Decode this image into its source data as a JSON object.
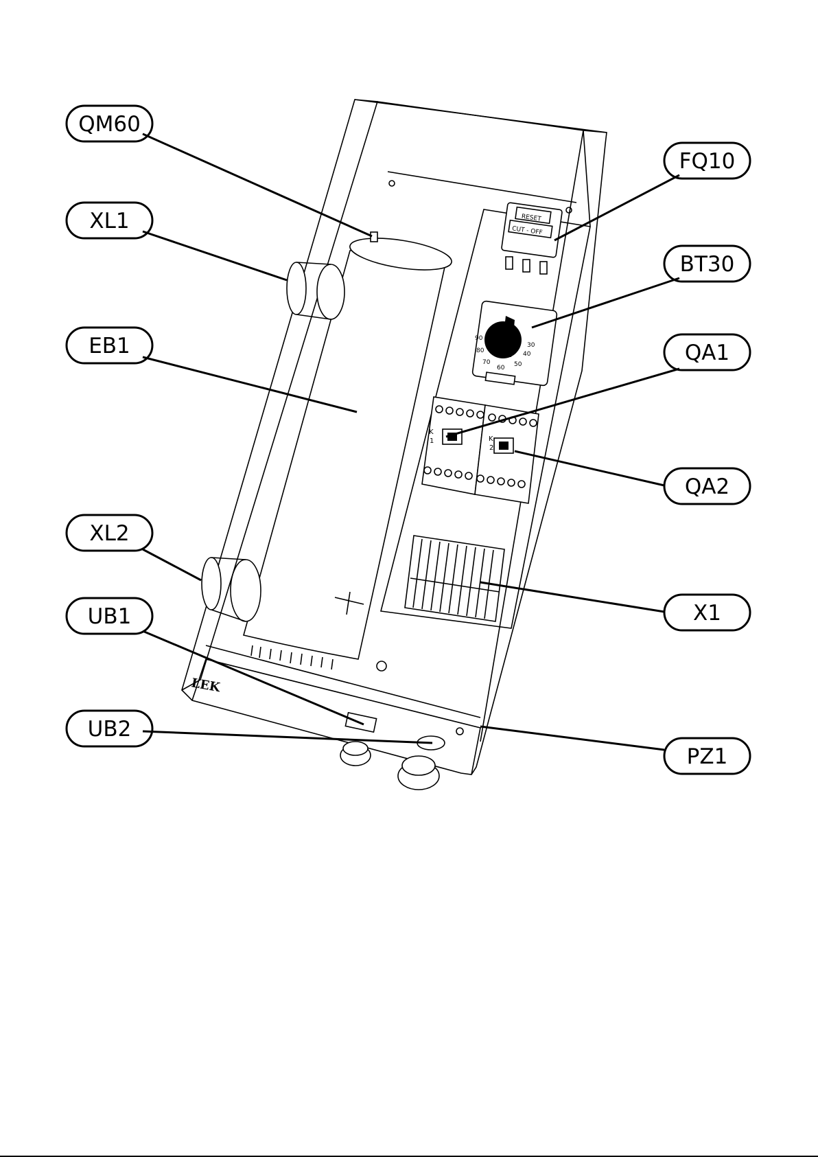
{
  "labels": {
    "qm60": "QM60",
    "xl1": "XL1",
    "eb1": "EB1",
    "xl2": "XL2",
    "ub1": "UB1",
    "ub2": "UB2",
    "fq10": "FQ10",
    "bt30": "BT30",
    "qa1": "QA1",
    "qa2": "QA2",
    "x1": "X1",
    "pz1": "PZ1"
  },
  "device_text": {
    "reset": "RESET",
    "cut_off": "CUT - OFF",
    "brand": "LEK",
    "contactor_k": "K",
    "contactor_1": "1",
    "contactor_2": "2",
    "dial": [
      "90",
      "80",
      "70",
      "60",
      "50",
      "40",
      "30"
    ]
  },
  "colors": {
    "line": "#000000",
    "background": "#ffffff"
  }
}
